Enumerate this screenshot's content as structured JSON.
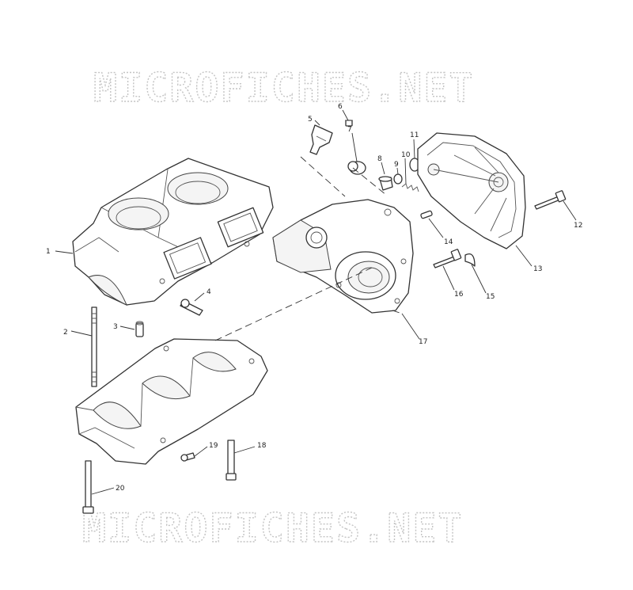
{
  "watermark": {
    "top": "MICROFICHES.NET",
    "bottom": "MICROFICHES.NET"
  },
  "callouts": [
    "1",
    "2",
    "3",
    "4",
    "5",
    "6",
    "7",
    "8",
    "9",
    "10",
    "11",
    "12",
    "13",
    "14",
    "15",
    "16",
    "17",
    "18",
    "19",
    "20"
  ]
}
